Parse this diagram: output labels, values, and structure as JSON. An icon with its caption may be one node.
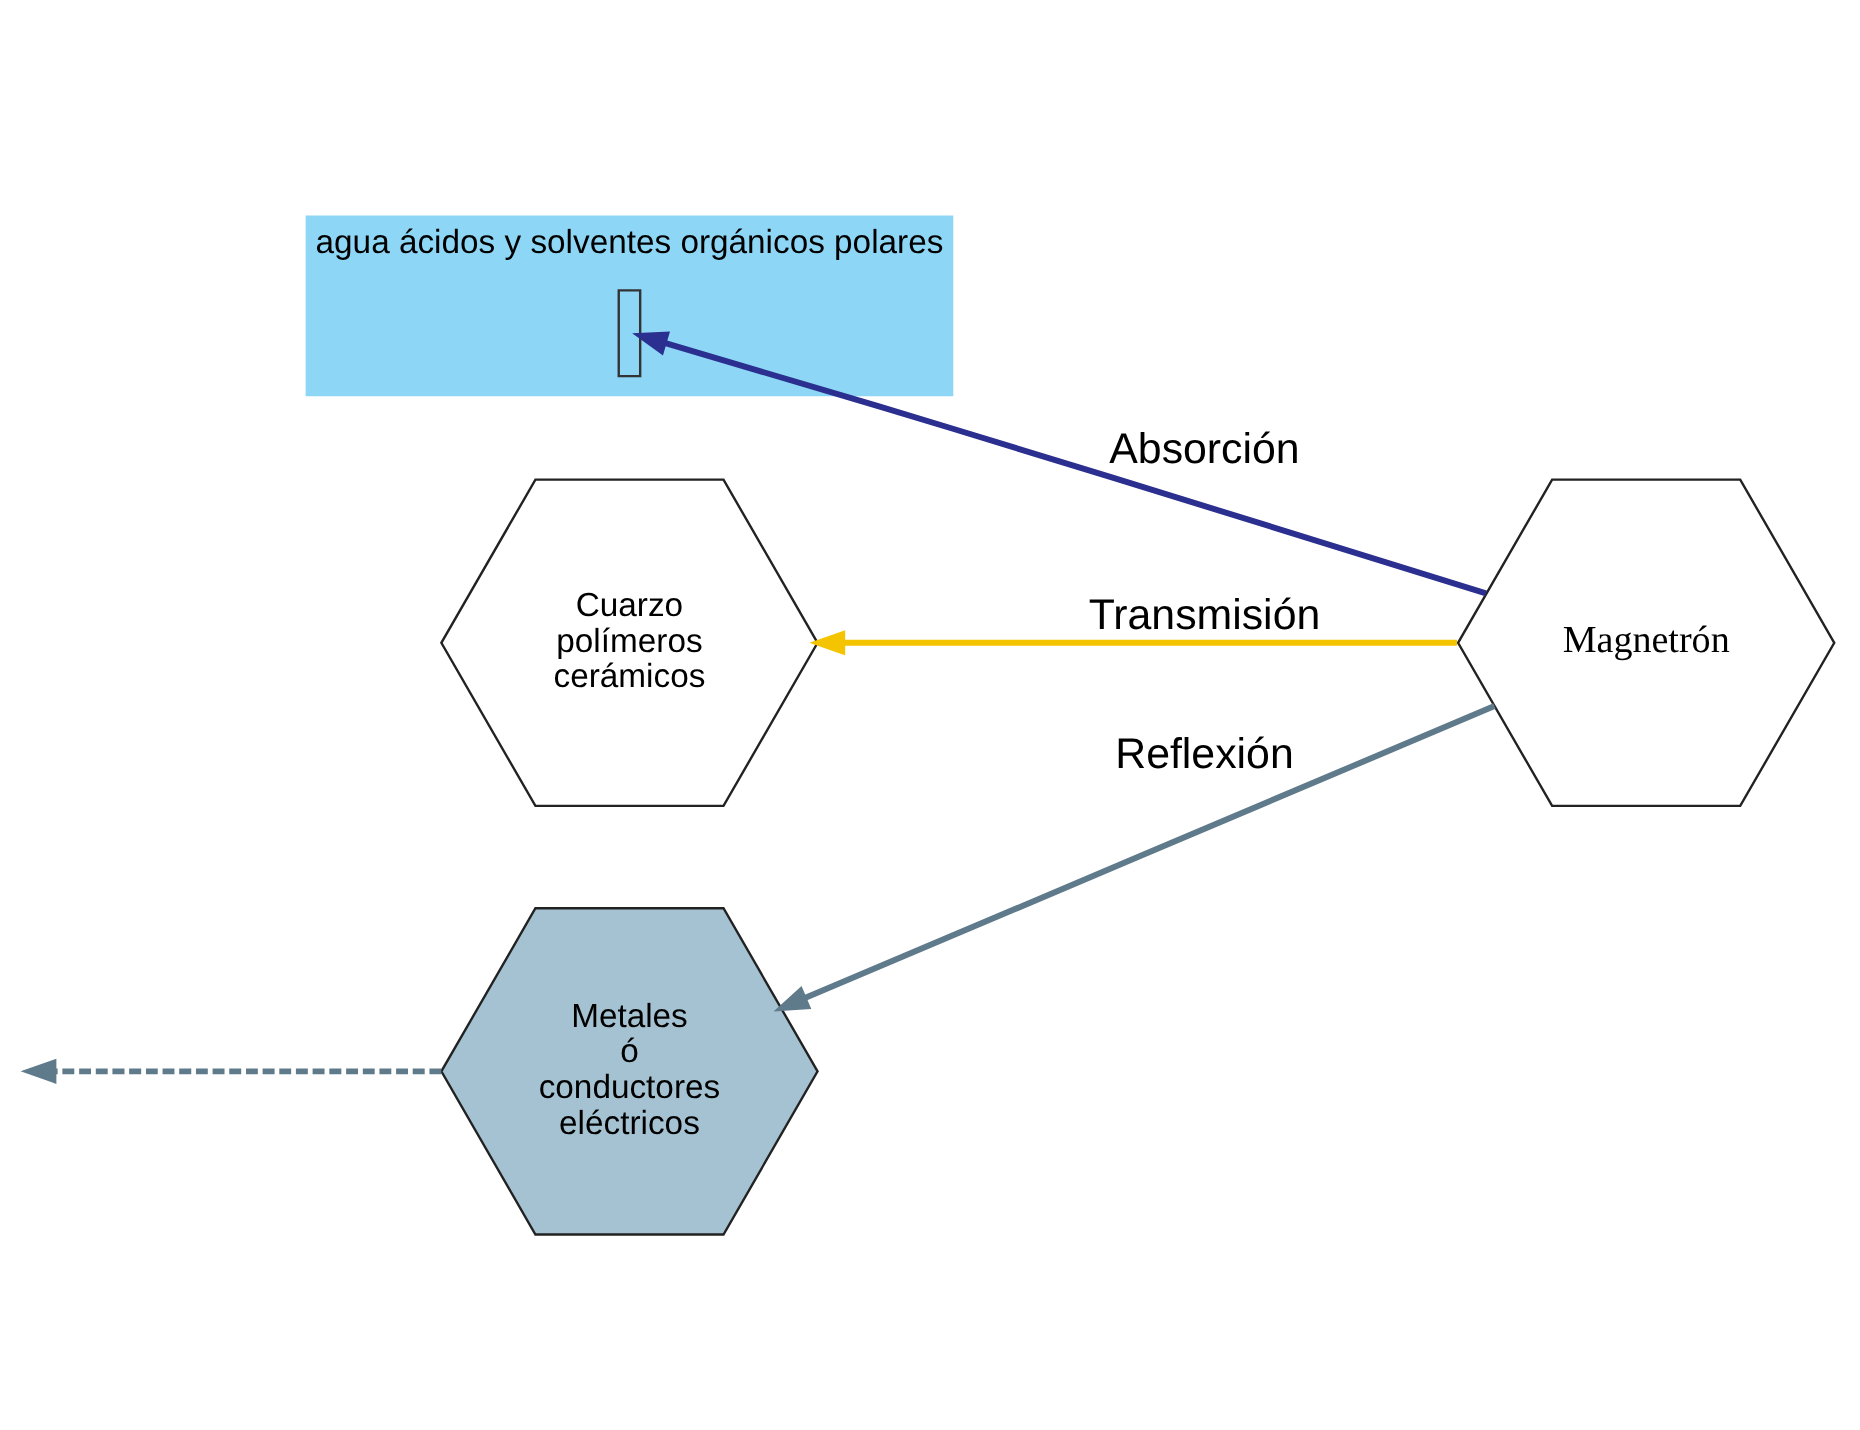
{
  "diagram": {
    "nodes": [
      {
        "text": [
          "Magnetrón"
        ]
      },
      {
        "text": [
          "agua ácidos y solventes orgánicos polares"
        ]
      },
      {
        "text": [],
        "shape": "bar",
        "in": 1
      },
      {
        "text": [
          "Cuarzo polímeros cerámicos"
        ]
      },
      {
        "text": [
          "Metales ó conductores eléctricos"
        ]
      }
    ],
    "edges": [
      {
        "from": 0,
        "to": 2,
        "arrow": "to",
        "label": "Absorción",
        "color": "#2b2f8f"
      },
      {
        "from": 0,
        "to": 3,
        "arrow": "to",
        "label": "Transmisión",
        "color": "#f5c400"
      },
      {
        "from": 0,
        "to": 4,
        "arrow": "to",
        "label": "Reflexión",
        "color": "#5f7a8a"
      },
      {
        "from": 4,
        "to": null,
        "arrow": "to",
        "style": "dashed",
        "color": "#5f7a8a"
      }
    ]
  }
}
